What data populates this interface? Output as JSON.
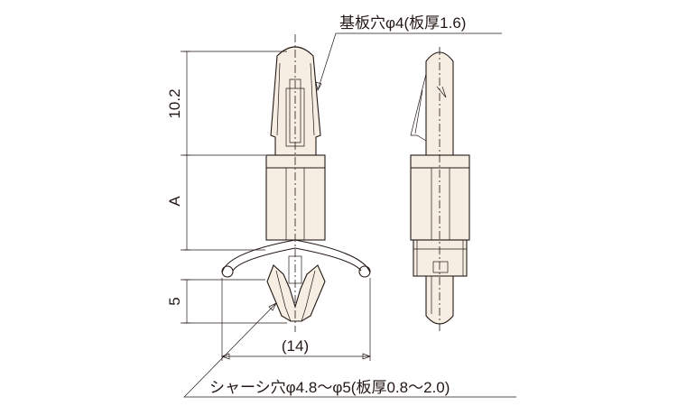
{
  "labels": {
    "board_hole": "基板穴φ4(板厚1.6)",
    "chassis_hole": "シャーシ穴φ4.8～φ5(板厚0.8～2.0)",
    "dim_top": "10.2",
    "dim_mid": "A",
    "dim_bottom": "5",
    "dim_width": "(14)"
  },
  "colors": {
    "fill": "#f6eee3",
    "stroke": "#231815"
  }
}
